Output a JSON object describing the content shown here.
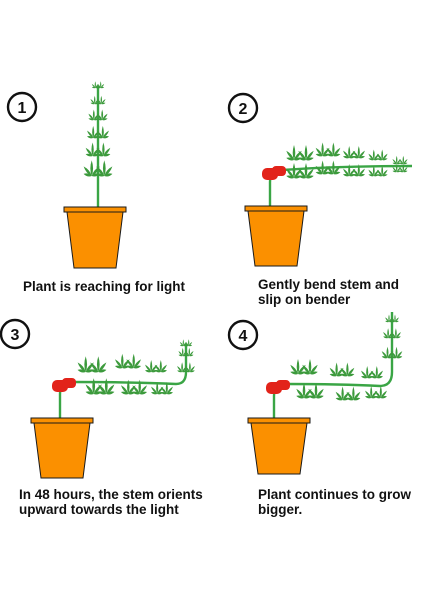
{
  "steps": [
    {
      "number": "1",
      "caption": "Plant is reaching for light"
    },
    {
      "number": "2",
      "caption": "Gently bend stem and\nslip on bender"
    },
    {
      "number": "3",
      "caption": "In 48 hours, the stem orients\nupward towards the light"
    },
    {
      "number": "4",
      "caption": "Plant continues to grow\nbigger."
    }
  ],
  "colors": {
    "pot": "#fb9000",
    "pot_outline": "#1a1a1a",
    "stem": "#3aa545",
    "leaf": "#3c9a3c",
    "bender": "#e2231a",
    "badge_outline": "#111111"
  }
}
